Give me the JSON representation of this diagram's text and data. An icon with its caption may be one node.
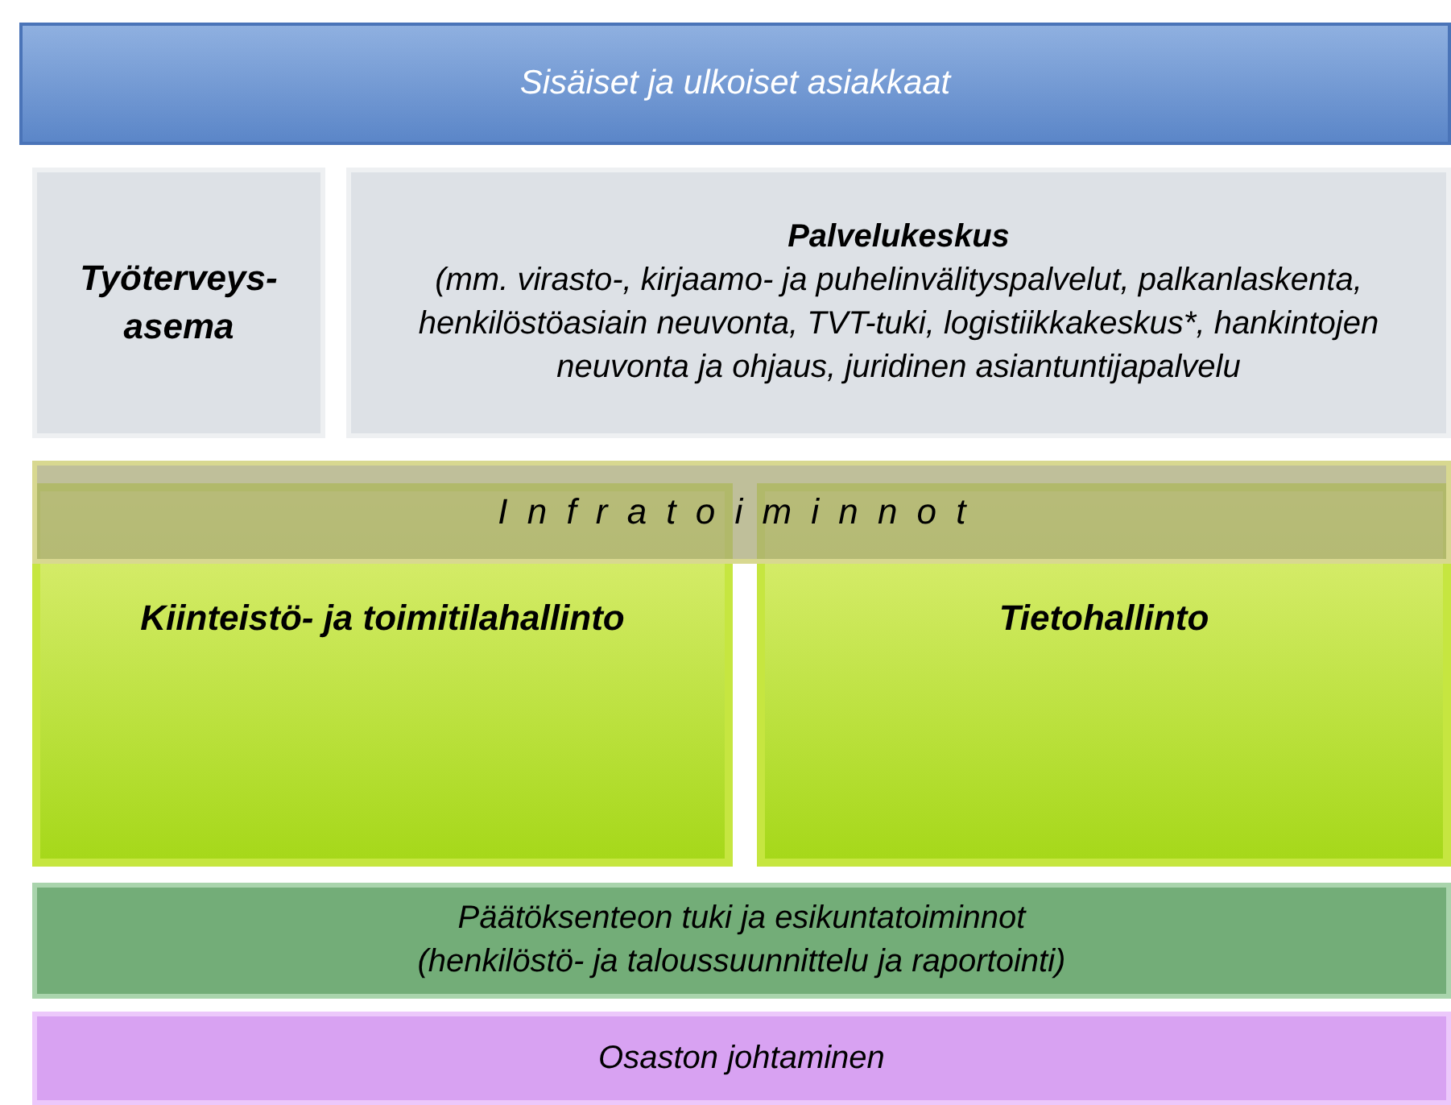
{
  "diagram": {
    "nodes": [
      {
        "text": [
          "Sisäiset ja ulkoiset asiakkaat"
        ]
      },
      {
        "text": [
          "Työterveys- asema"
        ]
      },
      {
        "text": [
          "Palvelukeskus",
          "(mm. virasto-, kirjaamo- ja puhelinvälityspalvelut, palkanlaskenta, henkilöstöasiain neuvonta, TVT-tuki, logistiikkakeskus*, hankintojen neuvonta ja ohjaus, juridinen asiantuntijapalvelu"
        ]
      },
      {
        "text": [
          "Infratoiminnot"
        ]
      },
      {
        "text": [
          "Kiinteistö- ja toimitilahallinto"
        ]
      },
      {
        "text": [
          "Tietohallinto"
        ]
      },
      {
        "text": [
          "Päätöksenteon tuki ja esikuntatoiminnot",
          "(henkilöstö- ja taloussuunnittelu ja raportointi)"
        ]
      },
      {
        "text": [
          "Osaston johtaminen"
        ]
      }
    ]
  }
}
